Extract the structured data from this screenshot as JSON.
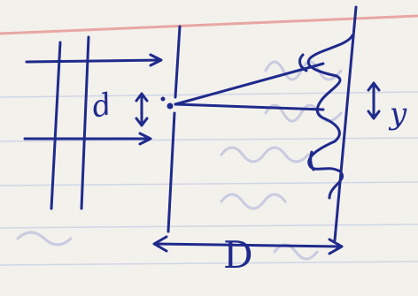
{
  "labels": {
    "slit_separation": "d",
    "fringe_width": "y",
    "screen_distance": "D"
  },
  "colors": {
    "ink": "#1f2a8c",
    "paper": "#f3f1ec",
    "rule_line": "#e8a7a4",
    "faint_text": "#c9cbe0"
  }
}
